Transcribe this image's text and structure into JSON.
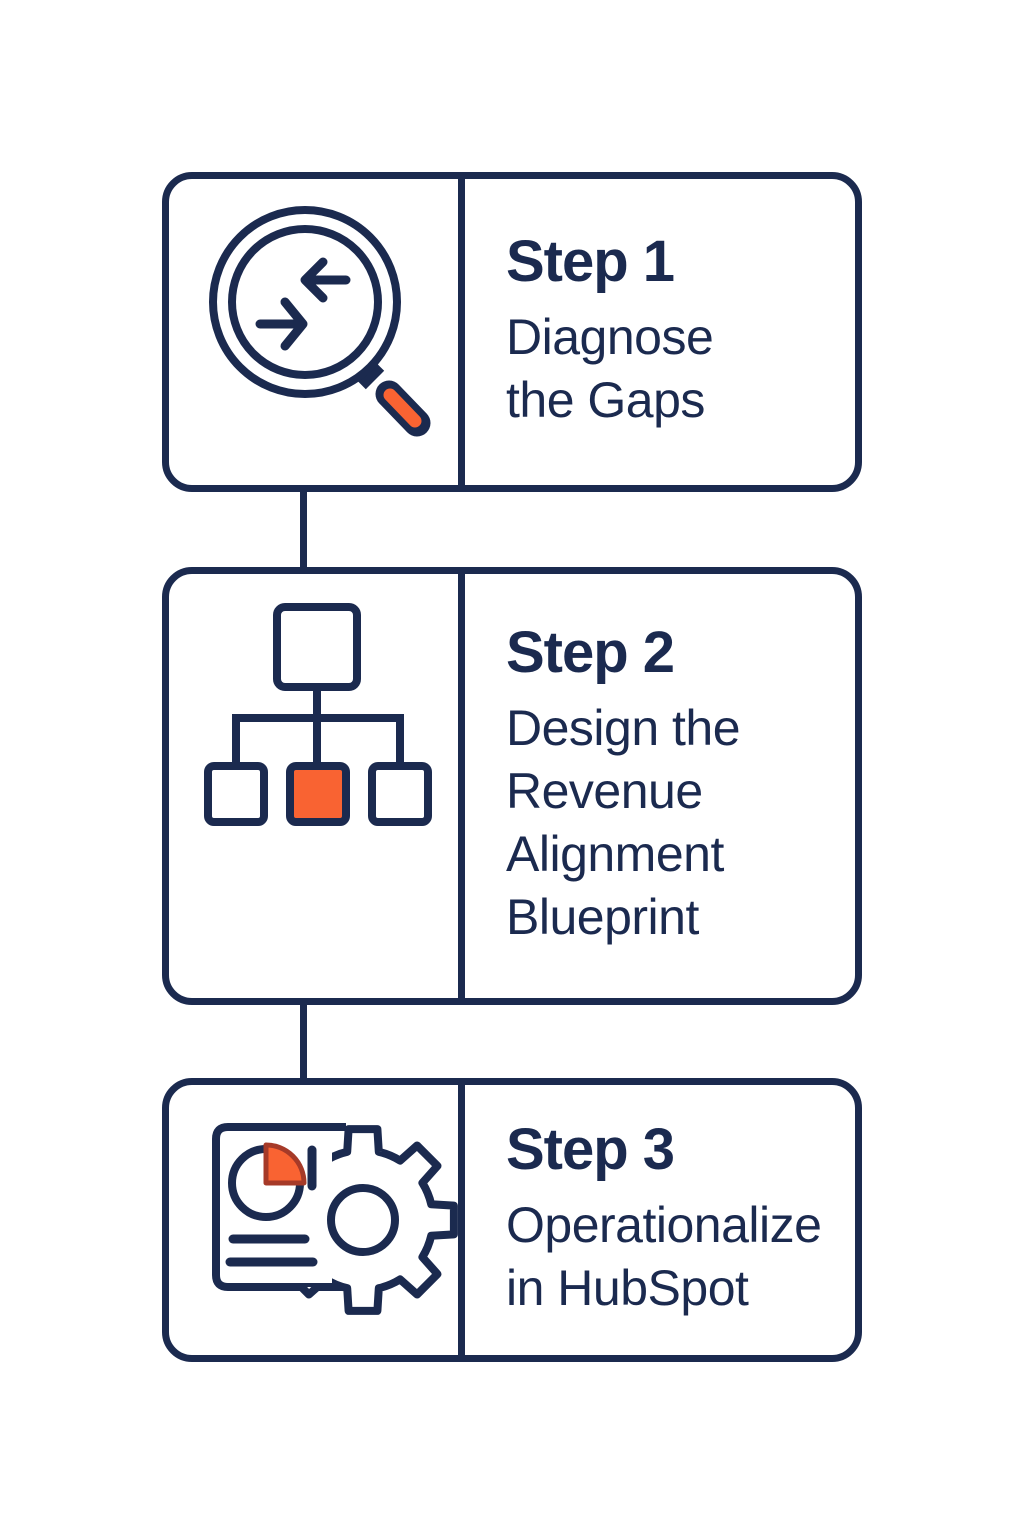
{
  "colors": {
    "navy": "#1b2a4f",
    "orange": "#f96332",
    "pie_slice_edge": "#a63a28",
    "card_background": "#ffffff",
    "page_background": "#ffffff"
  },
  "steps": [
    {
      "label": "Step 1",
      "title_lines": [
        "Diagnose",
        "the Gaps"
      ],
      "icon": "magnifier-with-converging-arrows-icon"
    },
    {
      "label": "Step 2",
      "title_lines": [
        "Design the",
        "Revenue",
        "Alignment",
        "Blueprint"
      ],
      "icon": "org-chart-hierarchy-icon"
    },
    {
      "label": "Step 3",
      "title_lines": [
        "Operationalize",
        "in HubSpot"
      ],
      "icon": "report-document-with-gear-icon"
    }
  ]
}
